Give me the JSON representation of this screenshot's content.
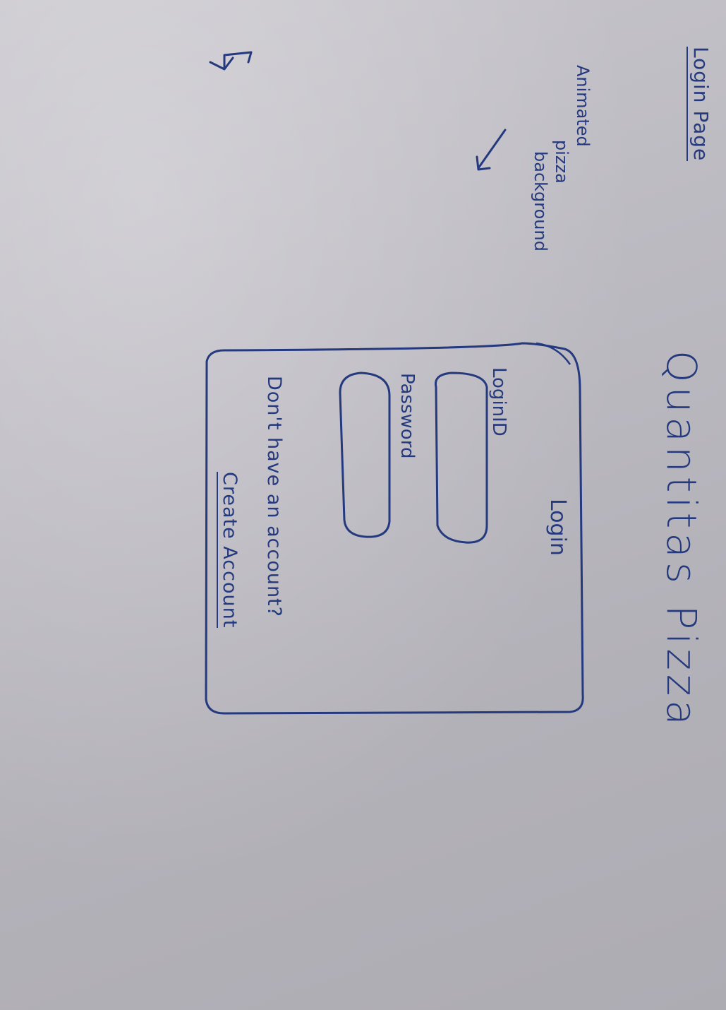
{
  "page": {
    "title": "Login Page"
  },
  "background_note": {
    "line1": "Animated",
    "line2": "pizza",
    "line3": "background"
  },
  "brand": {
    "title": "Quantitas Pizza"
  },
  "login_form": {
    "title": "Login",
    "login_id_label": "LoginID",
    "password_label": "Password",
    "signup_prompt": "Don't have an account?",
    "create_account_link": "Create Account"
  },
  "colors": {
    "ink": "#24397e",
    "paper": "#c3c1c7"
  },
  "icons": {
    "back_arrow": "return-arrow-icon",
    "note_arrow": "down-left-arrow-icon"
  }
}
